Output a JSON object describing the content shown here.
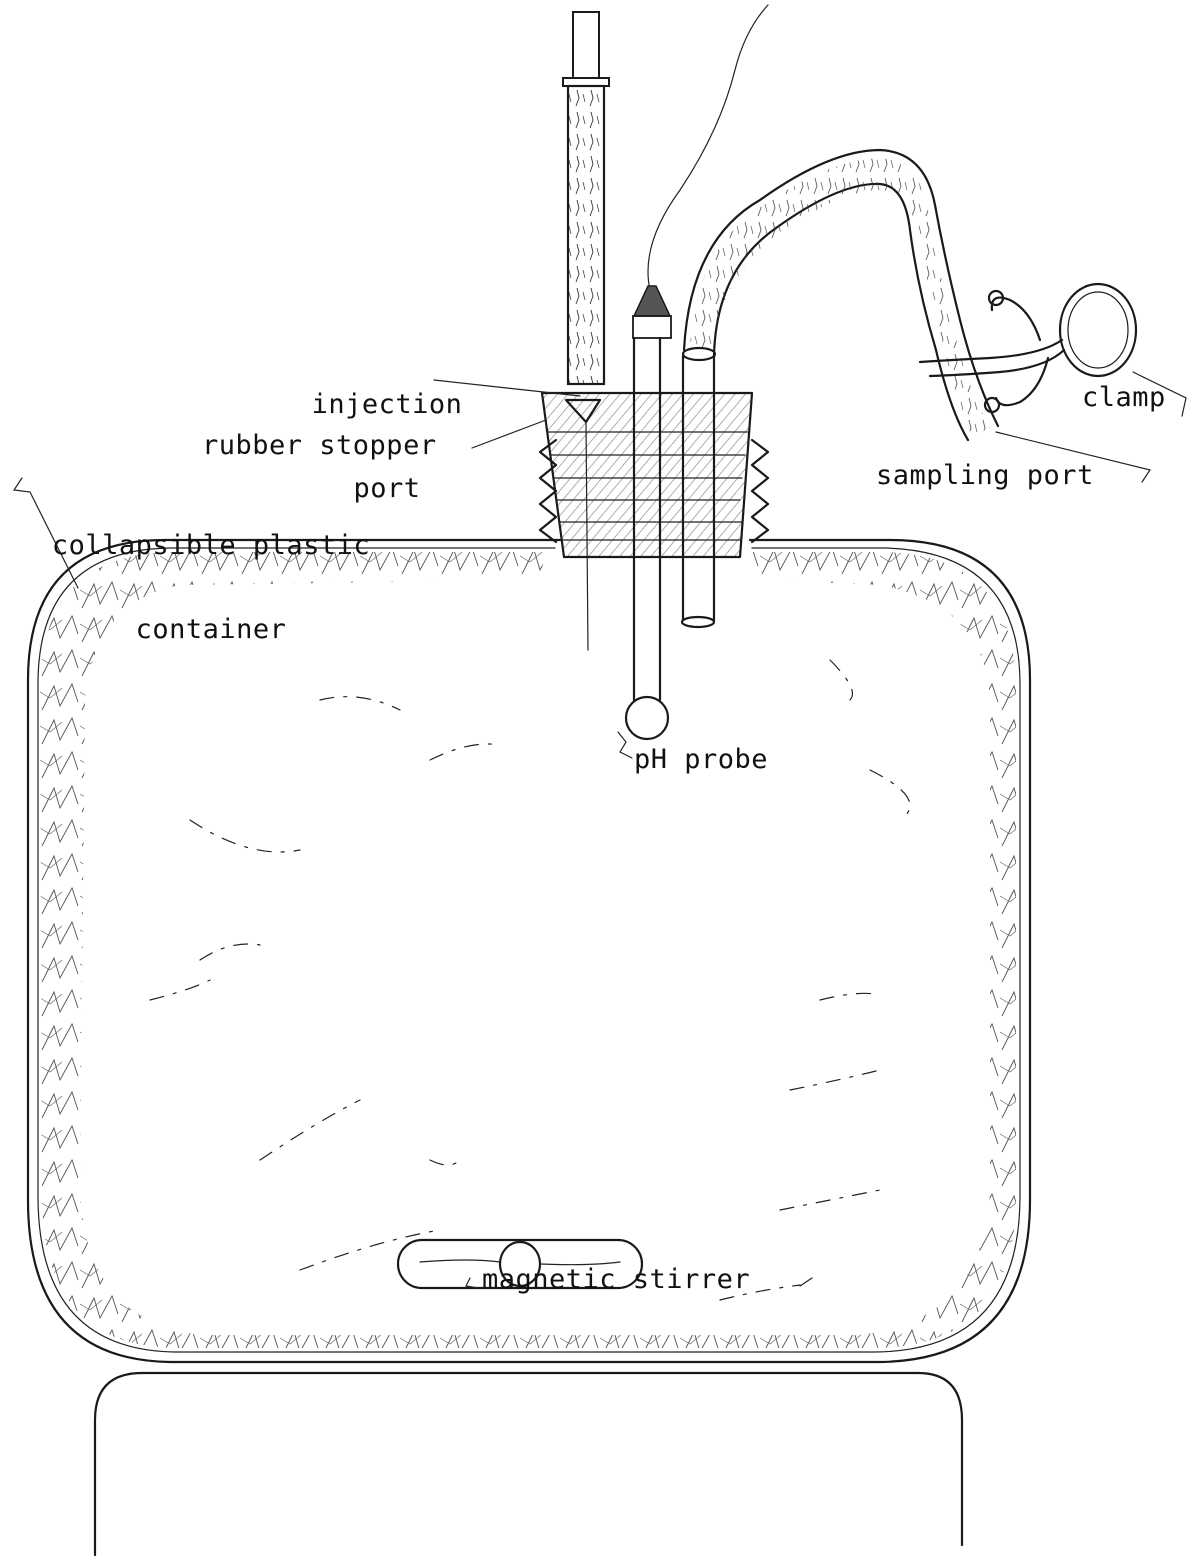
{
  "labels": {
    "injection_port": [
      "injection",
      "port"
    ],
    "rubber_stopper": "rubber stopper",
    "collapsible_container": [
      "collapsible plastic",
      "container"
    ],
    "ph_probe": "pH probe",
    "clamp": "clamp",
    "sampling_port": "sampling port",
    "magnetic_stirrer": "magnetic stirrer"
  }
}
